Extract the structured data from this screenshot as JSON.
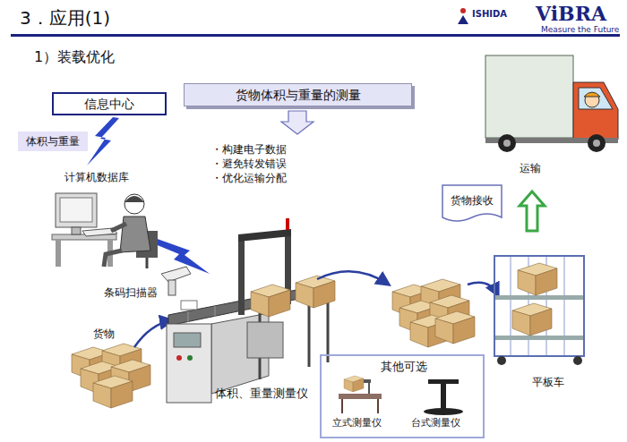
{
  "diagram": {
    "title": "3．应用(1)",
    "nodes": [
      {
        "text": [
          "货物体积与重量的测量"
        ]
      },
      {
        "text": [
          "信息中心"
        ]
      },
      {
        "text": [
          "体积与重量"
        ]
      },
      {
        "text": [
          "货物接收"
        ]
      },
      {
        "text": [
          "其他可选",
          "立式测量仪",
          "台式测量仪"
        ]
      }
    ],
    "labels": [
      "1）装载优化",
      "计算机数据库",
      "・构建电子数据",
      "・避免转发错误",
      "・优化运输分配",
      "条码扫描器",
      "货物",
      "体积、重量测量仪",
      "平板车",
      "运输",
      "ISHIDA",
      "ViBRA",
      "Measure the Future"
    ]
  }
}
